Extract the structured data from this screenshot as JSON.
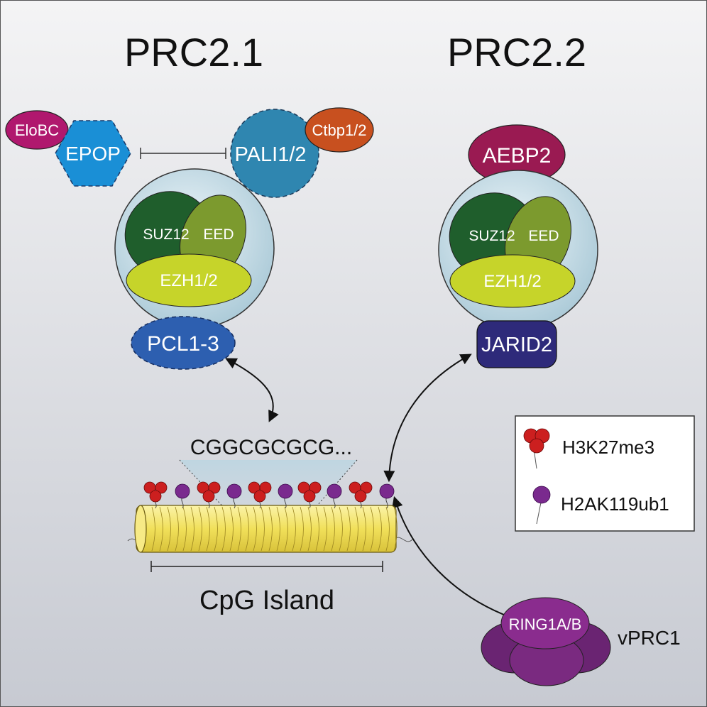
{
  "titles": {
    "left": "PRC2.1",
    "right": "PRC2.2"
  },
  "prc21": {
    "elobc": "EloBC",
    "epop": "EPOP",
    "pali": "PALI1/2",
    "ctbp": "Ctbp1/2",
    "suz12": "SUZ12",
    "eed": "EED",
    "ezh": "EZH1/2",
    "pcl": "PCL1-3"
  },
  "prc22": {
    "aebp2": "AEBP2",
    "suz12": "SUZ12",
    "eed": "EED",
    "ezh": "EZH1/2",
    "jarid2": "JARID2"
  },
  "dna": {
    "sequence": "CGGCGCGCG...",
    "island_label": "CpG Island"
  },
  "legend": {
    "h3": "H3K27me3",
    "h2a": "H2AK119ub1"
  },
  "vprc1": {
    "ring_label": "RING1A/B",
    "complex_label": "vPRC1"
  },
  "colors": {
    "epop": "#1a8fd6",
    "elobc": "#b0186e",
    "pali": "#2f86b0",
    "ctbp": "#c8501f",
    "suz12": "#1f5e2c",
    "eed": "#7c9a2e",
    "ezh": "#c6d42a",
    "pcl": "#2d5fb0",
    "aebp2": "#9a1a52",
    "jarid2": "#2e2a7a",
    "h3k27me3": "#cc1f1f",
    "h2ak119ub1": "#7a2a8e",
    "nucleosome": "#f3e36b",
    "vprc1": "#8a2c8e"
  }
}
